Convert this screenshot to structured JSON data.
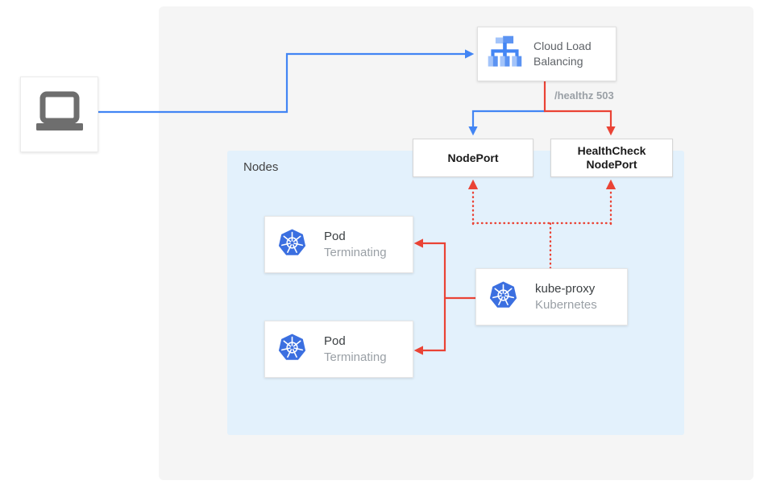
{
  "client": {
    "icon": "laptop-icon"
  },
  "load_balancer": {
    "label": "Cloud Load Balancing",
    "icon": "cloud-load-balancing-icon"
  },
  "edges": {
    "healthz_label": "/healthz 503"
  },
  "nodes_group": {
    "label": "Nodes"
  },
  "ports": {
    "nodeport_label": "NodePort",
    "healthcheck_label": "HealthCheck NodePort"
  },
  "pods": [
    {
      "title": "Pod",
      "status": "Terminating",
      "icon": "kubernetes-icon"
    },
    {
      "title": "Pod",
      "status": "Terminating",
      "icon": "kubernetes-icon"
    }
  ],
  "kube_proxy": {
    "title": "kube-proxy",
    "subtitle": "Kubernetes",
    "icon": "kubernetes-icon"
  },
  "colors": {
    "traffic_blue": "#4285F4",
    "health_red": "#EA4335",
    "nodes_background": "#E3F1FC",
    "panel_background": "#F5F5F5",
    "kubernetes_blue": "#3B6FE0",
    "muted_text": "#9AA0A6"
  }
}
